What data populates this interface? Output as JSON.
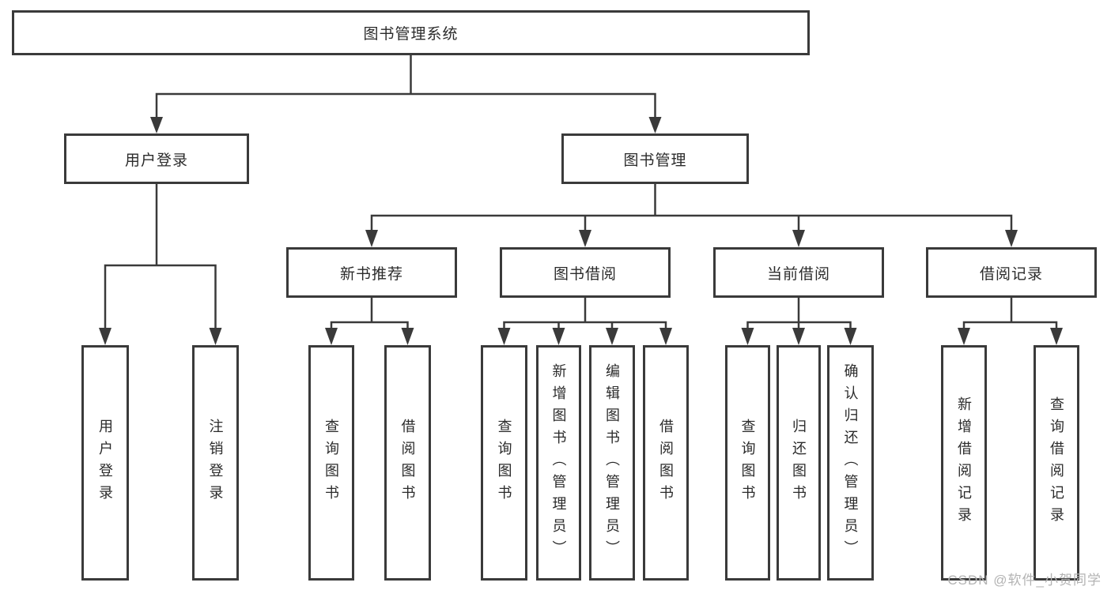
{
  "tree": {
    "root": {
      "label": "图书管理系统"
    },
    "login": {
      "label": "用户登录",
      "children": [
        {
          "label": "用户登录"
        },
        {
          "label": "注销登录"
        }
      ]
    },
    "mgmt": {
      "label": "图书管理",
      "children": [
        {
          "label": "新书推荐",
          "children": [
            {
              "label": "查询图书"
            },
            {
              "label": "借阅图书"
            }
          ]
        },
        {
          "label": "图书借阅",
          "children": [
            {
              "label": "查询图书"
            },
            {
              "label": "新增图书（管理员）"
            },
            {
              "label": "编辑图书（管理员）"
            },
            {
              "label": "借阅图书"
            }
          ]
        },
        {
          "label": "当前借阅",
          "children": [
            {
              "label": "查询图书"
            },
            {
              "label": "归还图书"
            },
            {
              "label": "确认归还（管理员）"
            }
          ]
        },
        {
          "label": "借阅记录",
          "children": [
            {
              "label": "新增借阅记录"
            },
            {
              "label": "查询借阅记录"
            }
          ]
        }
      ]
    }
  },
  "colors": {
    "line": "#3a3a3a",
    "text": "#2b2b2b",
    "watermark": "#b3b3b3",
    "background": "#ffffff"
  },
  "watermark": "CSDN @软件_小贺同学"
}
